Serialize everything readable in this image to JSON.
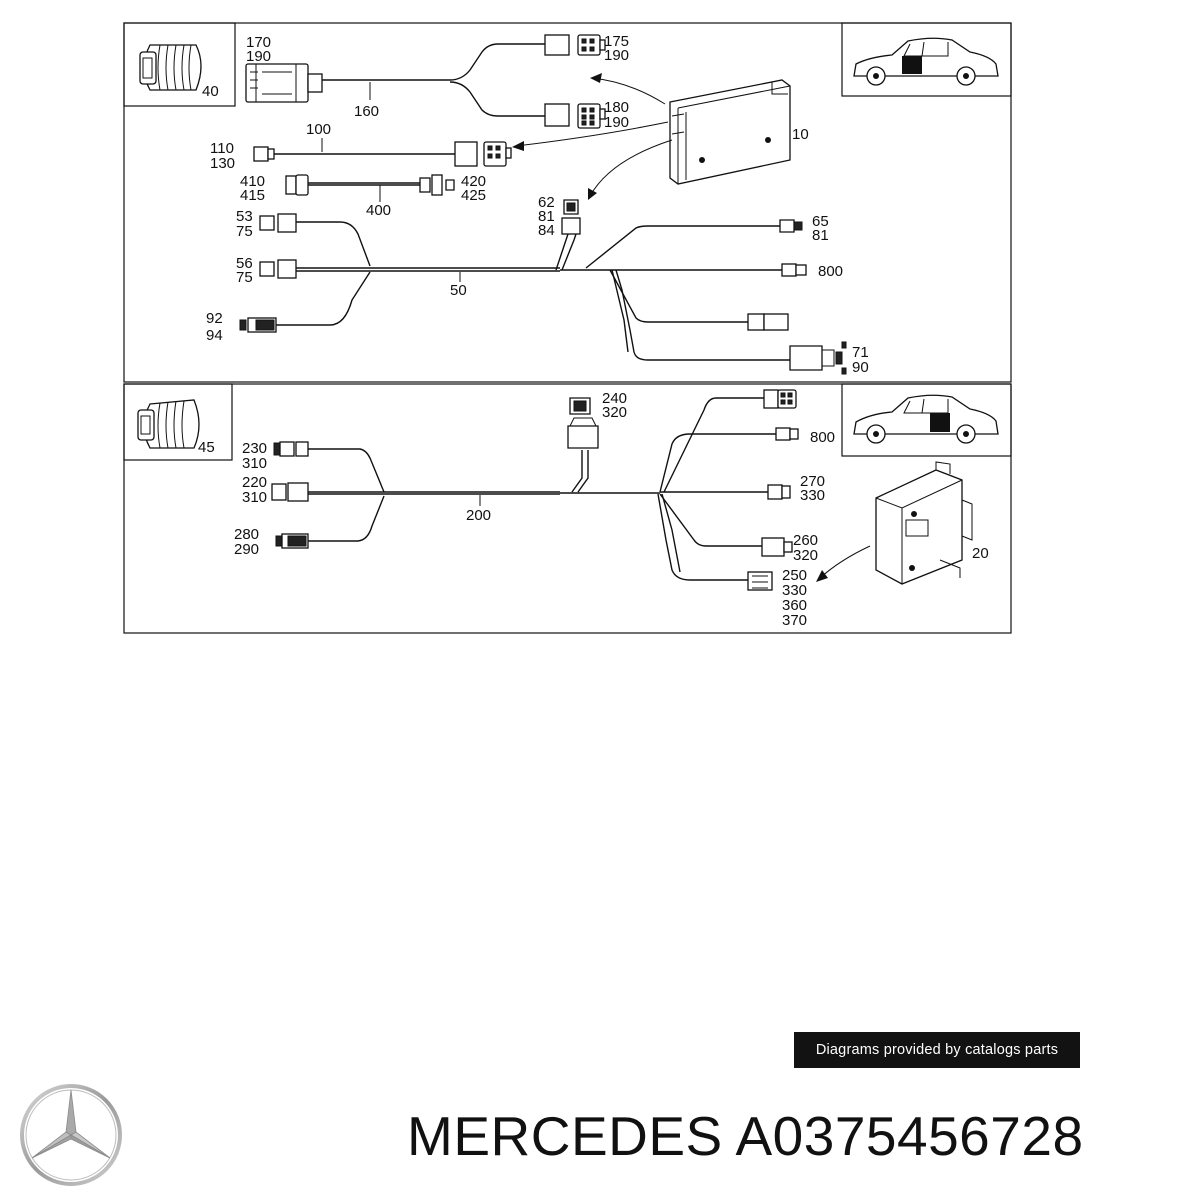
{
  "diagram": {
    "callouts_top": {
      "n40": "40",
      "n170": "170",
      "n190a": "190",
      "n175": "175",
      "n190b": "190",
      "n160": "160",
      "n180": "180",
      "n190c": "190",
      "n10": "10",
      "n100": "100",
      "n110": "110",
      "n130": "130",
      "n410": "410",
      "n415": "415",
      "n400": "400",
      "n420": "420",
      "n425": "425",
      "n62": "62",
      "n81a": "81",
      "n84": "84",
      "n53": "53",
      "n75a": "75",
      "n65": "65",
      "n81b": "81",
      "n56": "56",
      "n75b": "75",
      "n50": "50",
      "n800a": "800",
      "n92": "92",
      "n94": "94",
      "n71": "71",
      "n90": "90"
    },
    "callouts_bottom": {
      "n45": "45",
      "n240": "240",
      "n320a": "320",
      "n800b": "800",
      "n230": "230",
      "n310a": "310",
      "n220": "220",
      "n310b": "310",
      "n200": "200",
      "n270": "270",
      "n330a": "330",
      "n280": "280",
      "n290": "290",
      "n260": "260",
      "n320b": "320",
      "n20": "20",
      "n250": "250",
      "n330b": "330",
      "n360": "360",
      "n370": "370"
    }
  },
  "footer": {
    "credit": "Diagrams provided by catalogs parts",
    "title": "MERCEDES A0375456728"
  },
  "colors": {
    "line": "#111111",
    "banner_bg": "#121212",
    "banner_text": "#ffffff"
  },
  "icons": {
    "brand": "three-pointed-star-logo"
  }
}
